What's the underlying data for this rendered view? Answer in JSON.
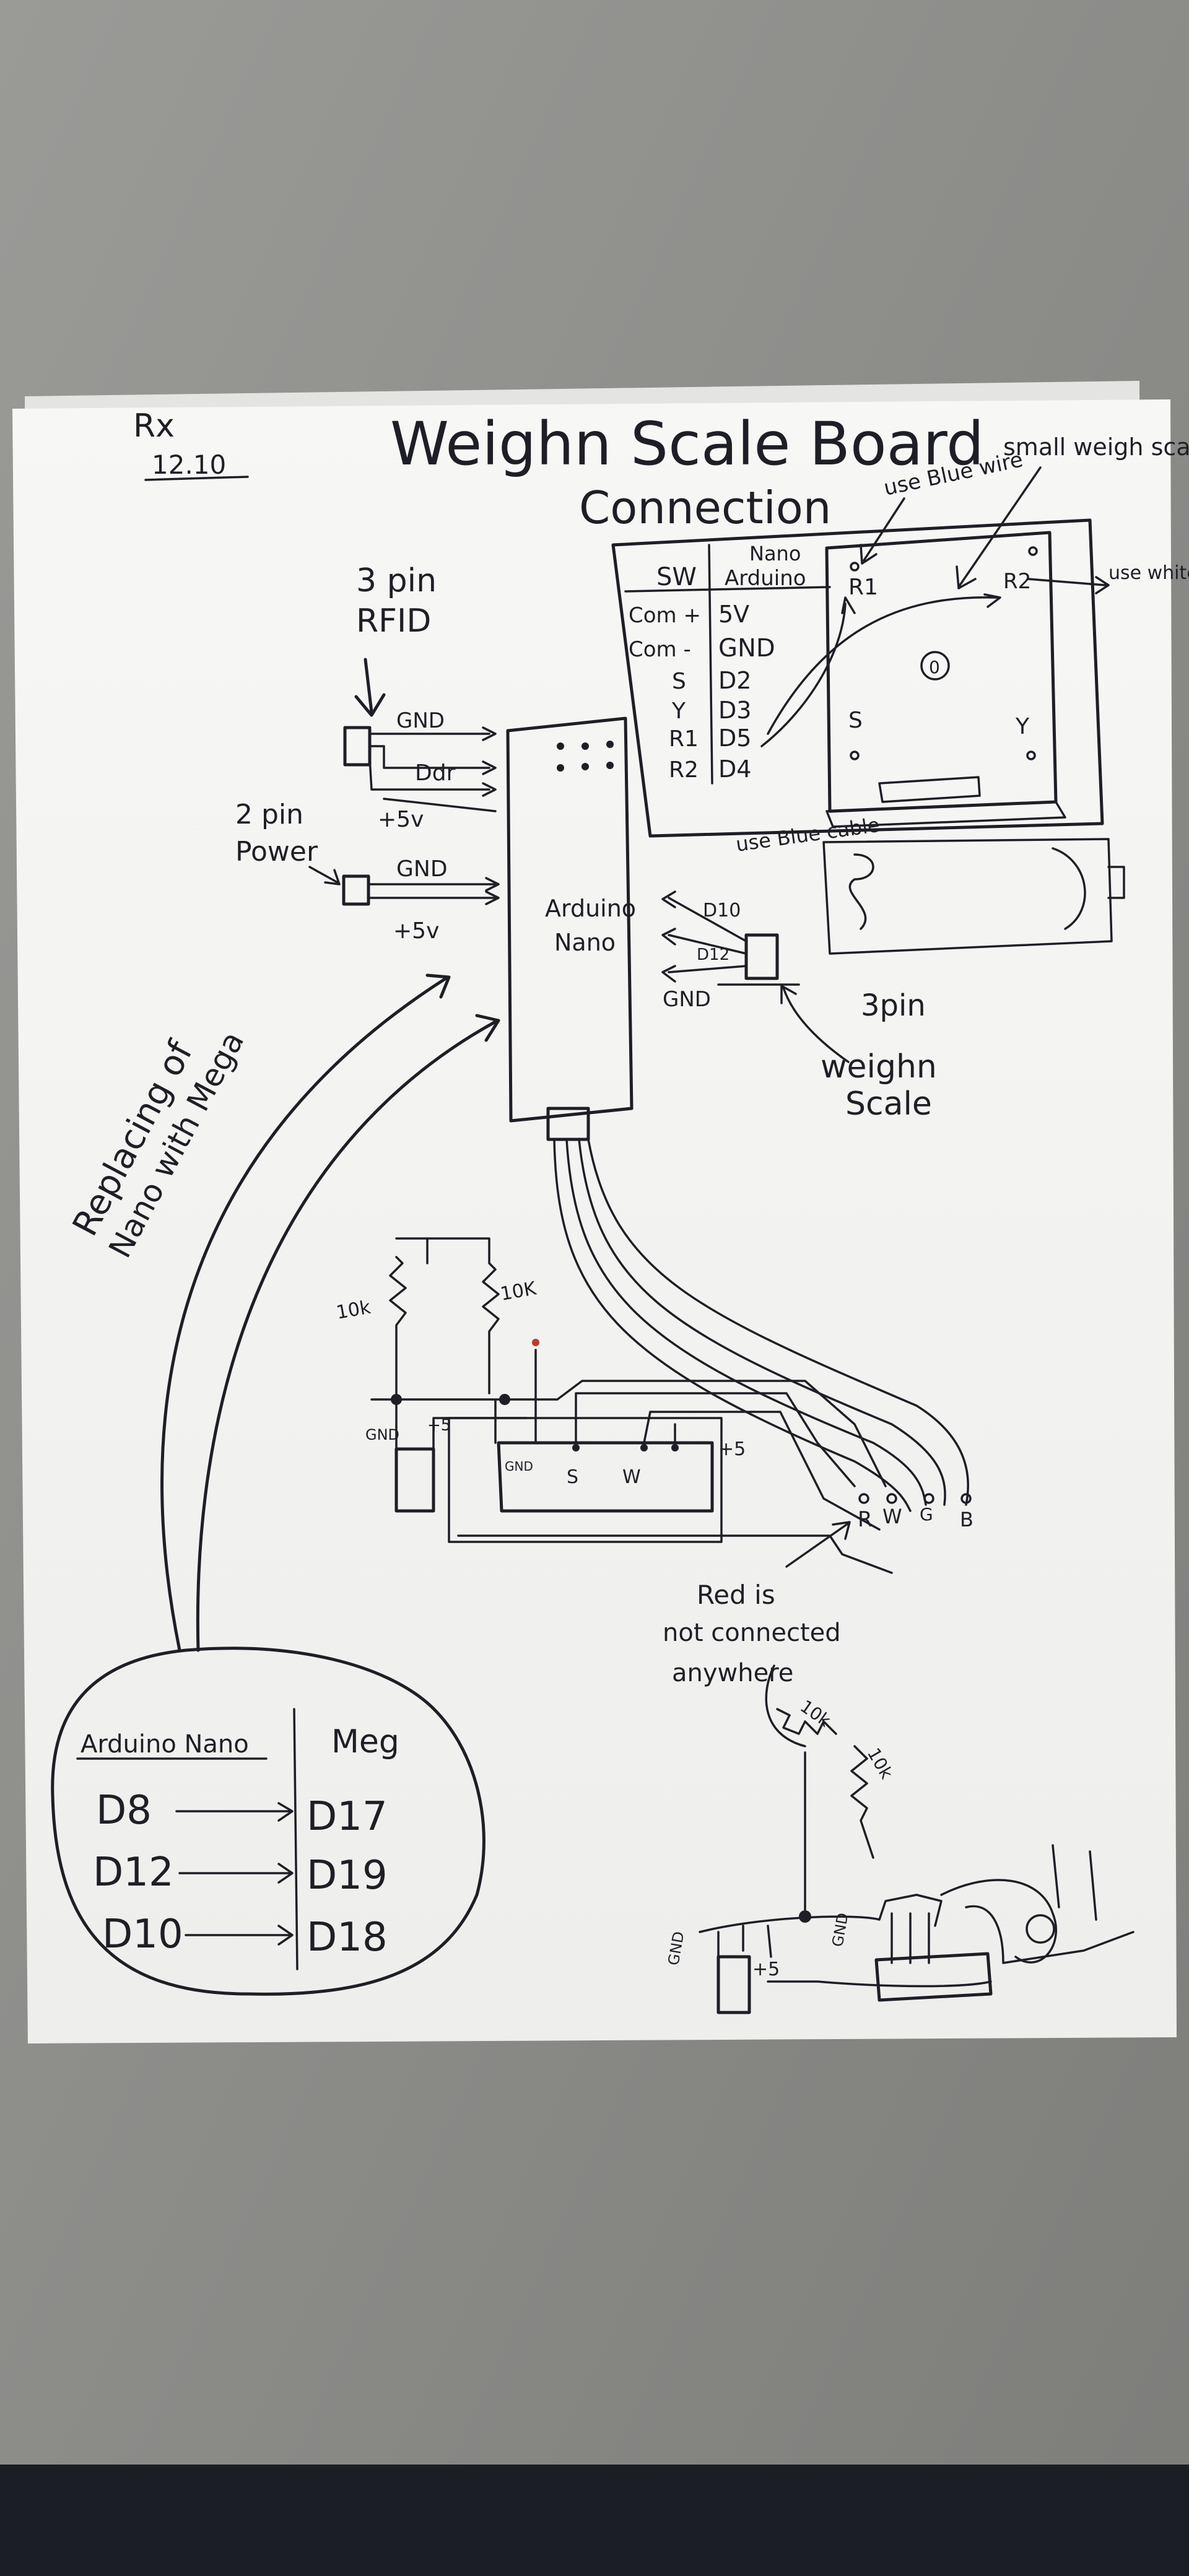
{
  "title": {
    "line1": "Weighn Scale Board",
    "line2": "Connection"
  },
  "corner_note": {
    "label": "Rx",
    "date": "12.10"
  },
  "rfid": {
    "title1": "3 pin",
    "title2": "RFID",
    "pins": [
      "GND",
      "Ddr",
      "+5v"
    ]
  },
  "power": {
    "title1": "2 pin",
    "title2": "Power",
    "pins": [
      "GND",
      "+5v"
    ]
  },
  "arduino": {
    "name1": "Arduino",
    "name2": "Nano"
  },
  "table": {
    "header_sw": "SW",
    "header_nano1": "Nano",
    "header_nano2": "Arduino",
    "rows": [
      {
        "sw": "Com +",
        "sw_short": "5V"
      },
      {
        "sw": "Com -",
        "sw_short": "GND"
      },
      {
        "sw": "S",
        "sw_short": "D2"
      },
      {
        "sw": "Y",
        "sw_short": "D3"
      },
      {
        "sw": "R1",
        "sw_short": "D5"
      },
      {
        "sw": "R2",
        "sw_short": "D4"
      }
    ]
  },
  "scale_board": {
    "note_blue": "use Blue wire",
    "note_small": "small weigh scale",
    "note_white": "use white wire",
    "labels": {
      "r1": "R1",
      "r2": "R2",
      "s": "S",
      "y": "Y",
      "center": "0"
    }
  },
  "weigh_scale_3pin": {
    "note": "use Blue cable",
    "pins": [
      "D10",
      "D12",
      "GND"
    ],
    "title1": "3pin",
    "title2": "weighn",
    "title3": "Scale"
  },
  "replacing_note": {
    "line1": "Replacing of",
    "line2": "Nano with Mega"
  },
  "lower_circuit": {
    "res1": "10k",
    "res2": "10K",
    "gnd": "GND",
    "plus5a": "+5",
    "plus5b": "+5",
    "conn_labels": [
      "GND",
      "S",
      "W"
    ],
    "wire_labels": [
      "R",
      "W",
      "G",
      "B"
    ]
  },
  "red_note": {
    "line1": "Red is",
    "line2": "not connected",
    "line3": "anywhere"
  },
  "mapping": {
    "header_left": "Arduino Nano",
    "header_right": "Meg",
    "rows": [
      {
        "nano": "D8",
        "mega": "D17"
      },
      {
        "nano": "D12",
        "mega": "D19"
      },
      {
        "nano": "D10",
        "mega": "D18"
      }
    ]
  },
  "bottom_circuit": {
    "res1": "10k",
    "res2": "10k",
    "gnd1": "GND",
    "gnd2": "GND",
    "plus5": "+5"
  }
}
